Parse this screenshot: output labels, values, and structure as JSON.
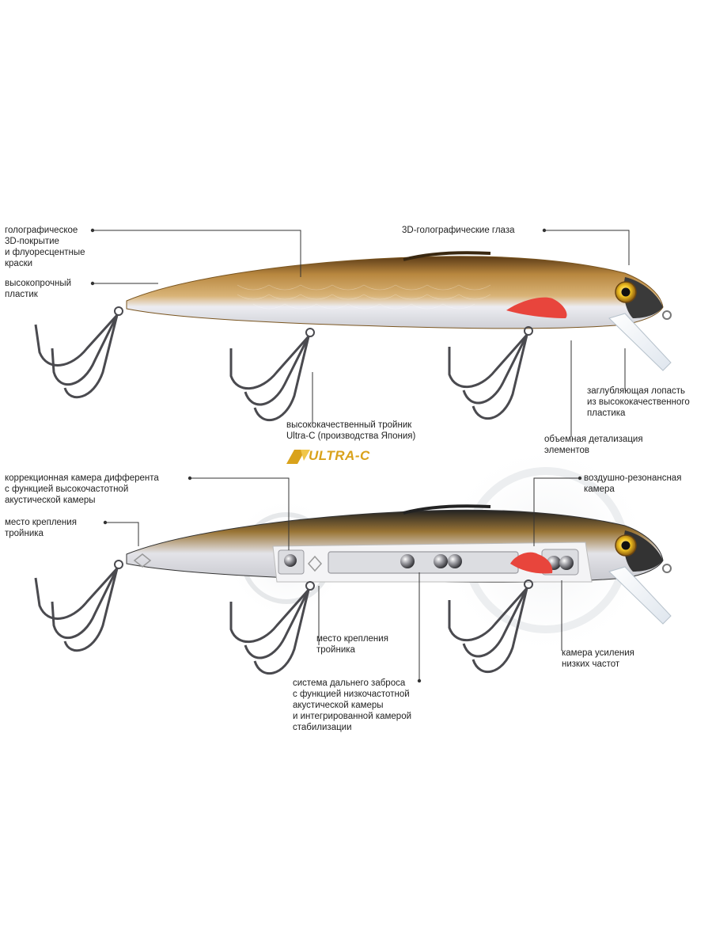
{
  "upper_lure": {
    "label_hologram": [
      "голографическое",
      "3D-покрытие",
      "и флуоресцентные",
      "краски"
    ],
    "label_plastic": [
      "высокопрочный",
      "пластик"
    ],
    "label_eyes": [
      "3D-голографические глаза"
    ],
    "label_hook": [
      "высококачественный тройник",
      "Ultra-C (производства Япония)"
    ],
    "label_lip": [
      "заглубляющая лопасть",
      "из высококачественного",
      "пластика"
    ],
    "label_detail": [
      "объемная детализация",
      "элементов"
    ]
  },
  "logo_text": "ULTRA-C",
  "lower_lure": {
    "label_trim": [
      "коррекционная камера дифферента",
      "с функцией высокочастотной",
      "акустической камеры"
    ],
    "label_attach_left": [
      "место крепления",
      "тройника"
    ],
    "label_air": [
      "воздушно-резонансная",
      "камера"
    ],
    "label_attach_mid": [
      "место крепления",
      "тройника"
    ],
    "label_lowfreq": [
      "камера усиления",
      "низких частот"
    ],
    "label_cast": [
      "система дальнего заброса",
      "с функцией низкочастотной",
      "акустической камеры",
      "и интегрированной камерой",
      "стабилизации"
    ]
  },
  "colors": {
    "body_gold": "#b8873f",
    "belly_silver": "#e9e9ee",
    "gill_red": "#e8453c",
    "eye_yellow": "#f2c321",
    "leader_line": "#333333",
    "logo_yellow": "#d9a21b"
  }
}
